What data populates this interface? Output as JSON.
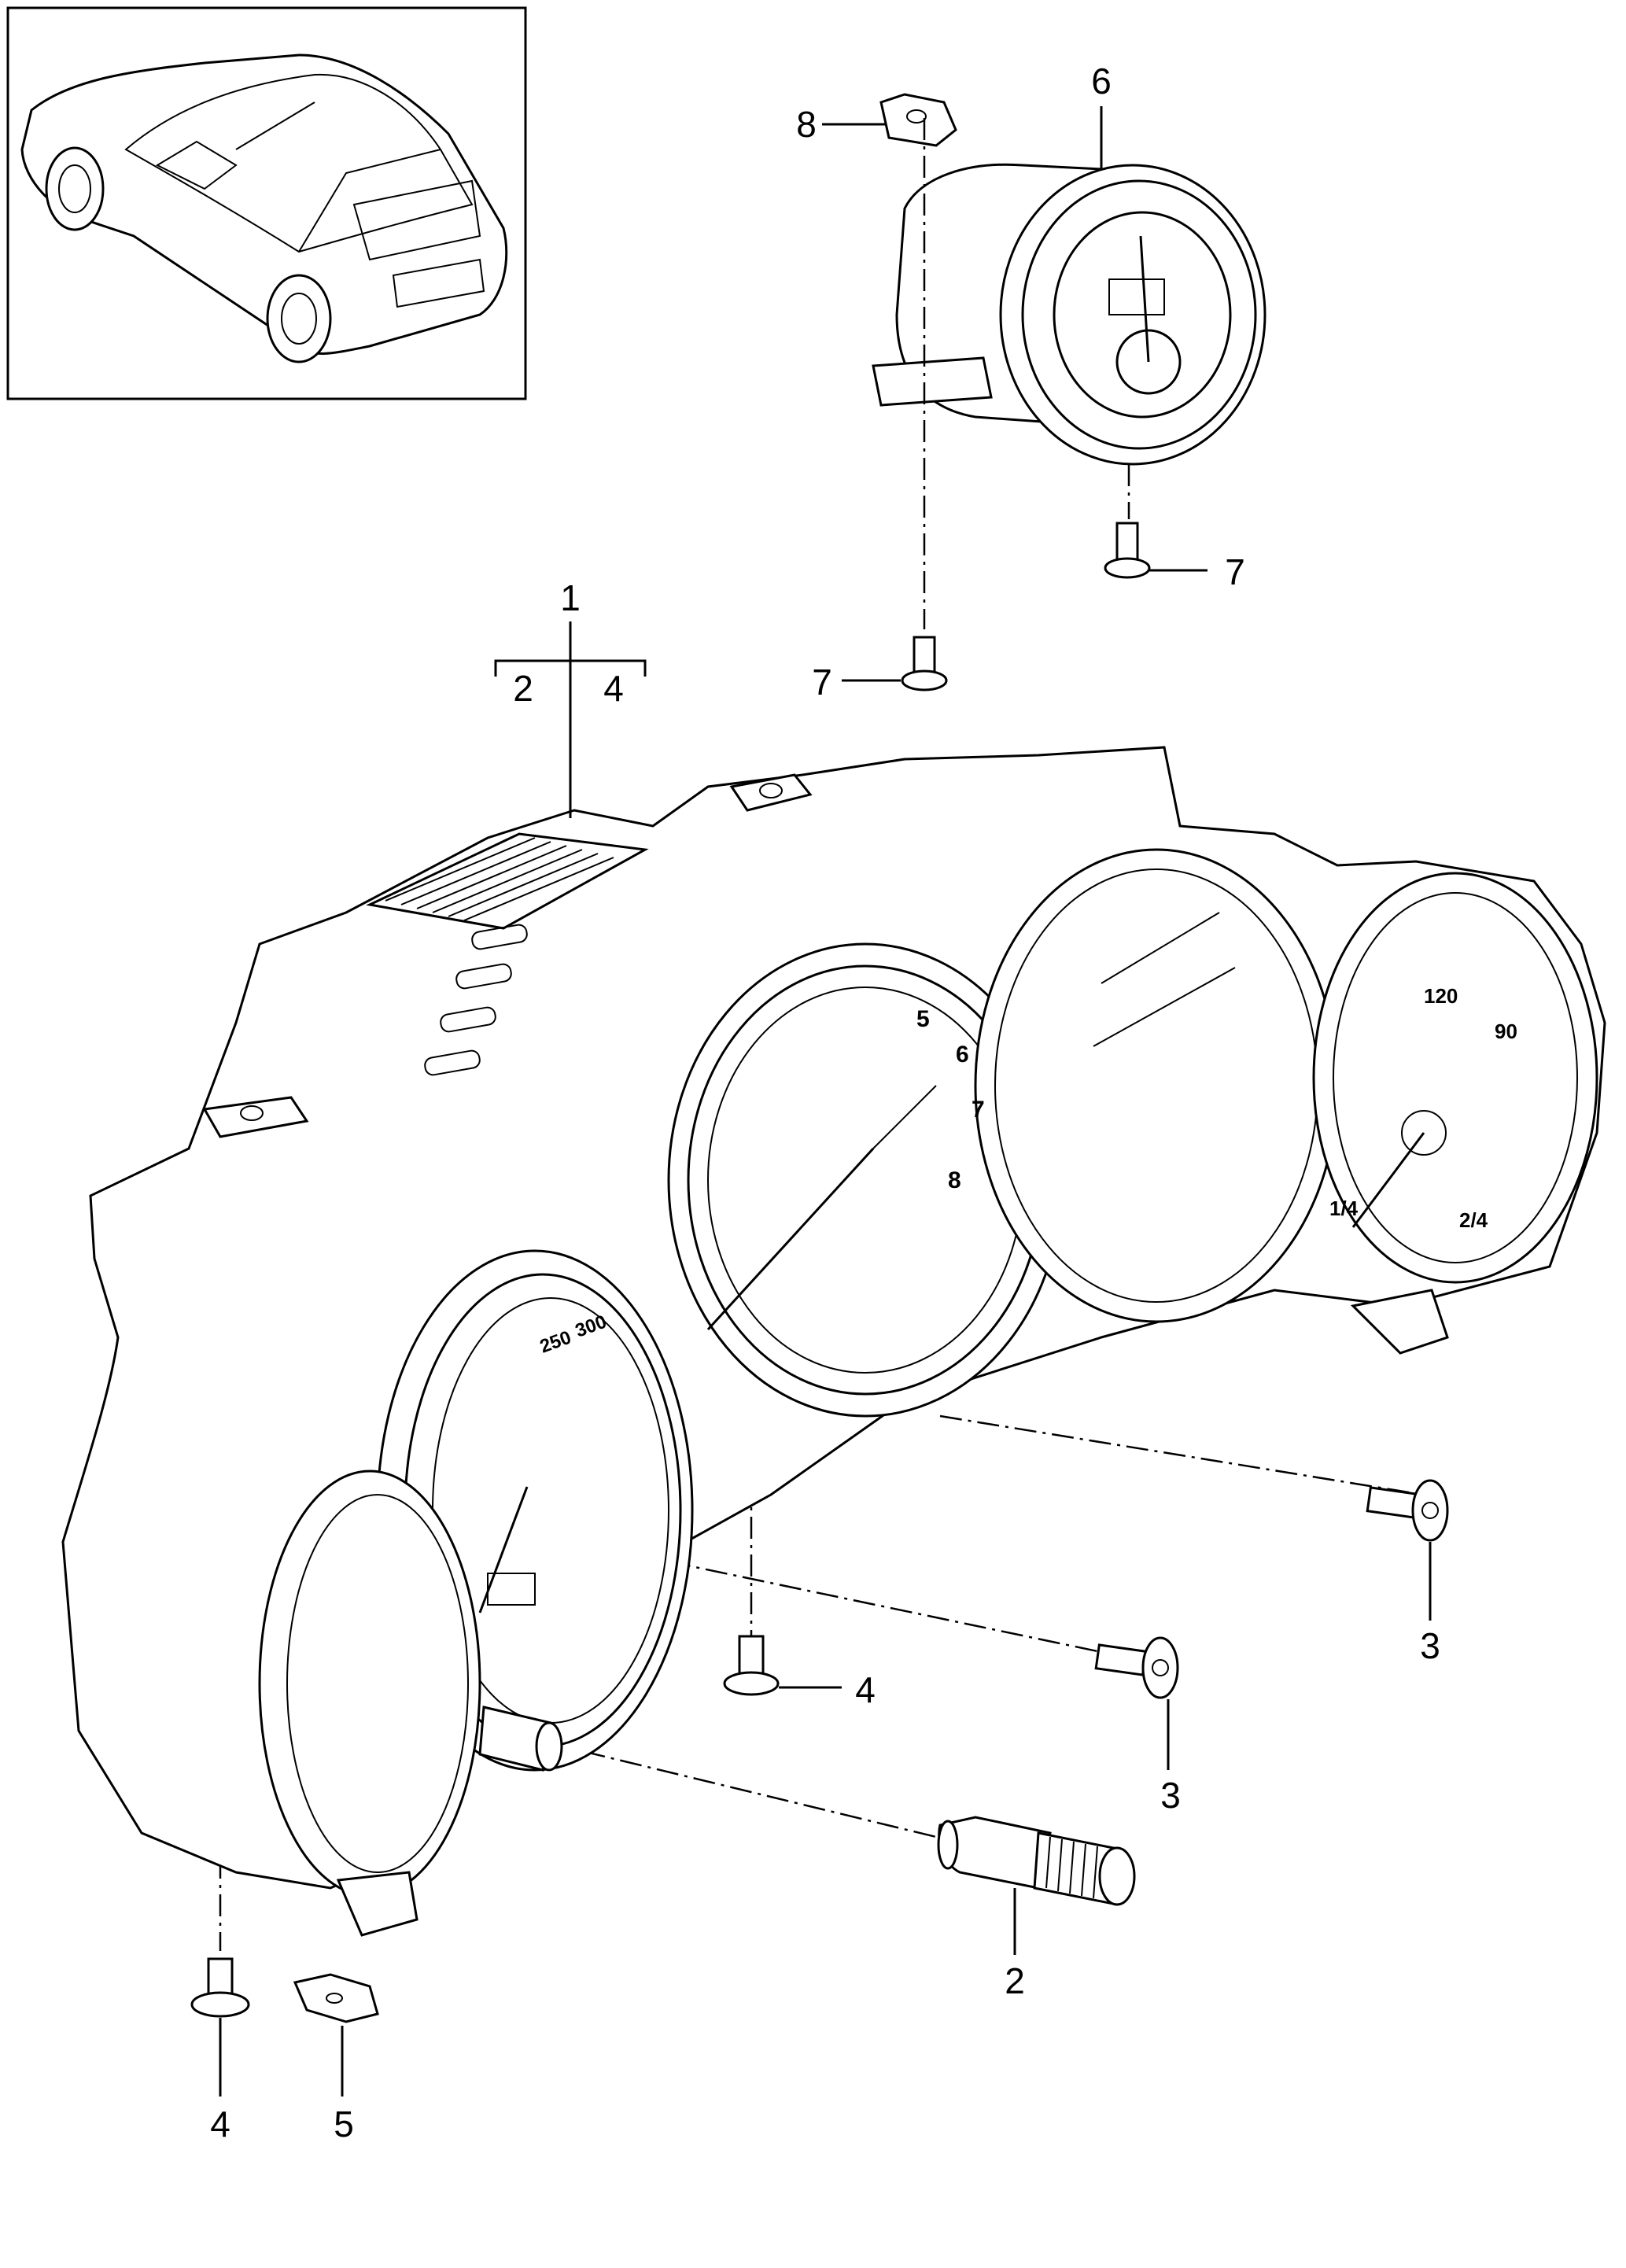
{
  "callouts": {
    "c1": "1",
    "c1_sub_left": "2",
    "c1_sub_right": "4",
    "c2": "2",
    "c3_upper": "3",
    "c3_lower": "3",
    "c4_center": "4",
    "c4_bottom": "4",
    "c5": "5",
    "c6": "6",
    "c7_upper": "7",
    "c7_lower": "7",
    "c8": "8"
  },
  "gauge_labels": {
    "tach": [
      "5",
      "6",
      "7",
      "8"
    ],
    "speedo": [
      "250",
      "300"
    ],
    "right_gauge": [
      "120",
      "90",
      "2/4",
      "1/4"
    ]
  }
}
